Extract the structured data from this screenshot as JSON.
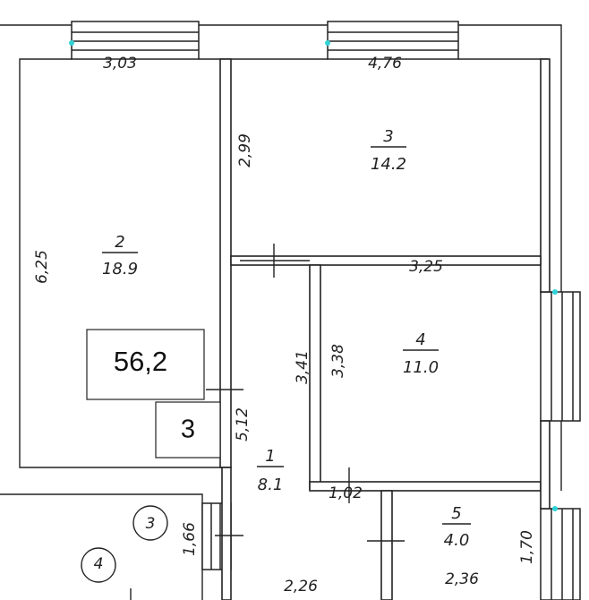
{
  "rooms": [
    {
      "id": "1",
      "area": "8.1"
    },
    {
      "id": "2",
      "area": "18.9"
    },
    {
      "id": "3",
      "area": "14.2"
    },
    {
      "id": "4",
      "area": "11.0"
    },
    {
      "id": "5",
      "area": "4.0"
    }
  ],
  "dimensions": {
    "top_left": "3,03",
    "top_right": "4,76",
    "room2_height": "6,25",
    "room3_height": "2,99",
    "room4_width": "3,25",
    "corridor_a": "3,41",
    "room4_height": "3,38",
    "corridor_height": "5,12",
    "gap": "1,02",
    "bath_height": "1,70",
    "balcony": "1,66",
    "bottom_mid": "2,26",
    "bottom_right": "2,36"
  },
  "fixtures": {
    "circle_a": "3",
    "circle_b": "4"
  },
  "info": {
    "total_area": "56,2",
    "room_count": "3"
  },
  "colors": {
    "marker": "#2fd3d8"
  }
}
